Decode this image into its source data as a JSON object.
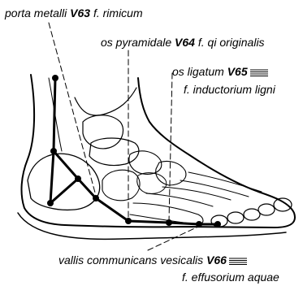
{
  "labels": {
    "v63": {
      "prefix": "porta metalli ",
      "code": "V63",
      "suffix": " f. rimicum"
    },
    "v64": {
      "prefix": "os pyramidale ",
      "code": "V64",
      "suffix": " f. qi originalis"
    },
    "v65": {
      "prefix": "os ligatum ",
      "code": "V65",
      "sub": "f. inductorium ligni"
    },
    "v66": {
      "prefix": "vallis communicans vesicalis ",
      "code": "V66",
      "sub": "f. effusorium aquae"
    }
  },
  "colors": {
    "ink": "#000000",
    "paper": "#ffffff"
  },
  "icons": [
    "trigram-icon"
  ]
}
